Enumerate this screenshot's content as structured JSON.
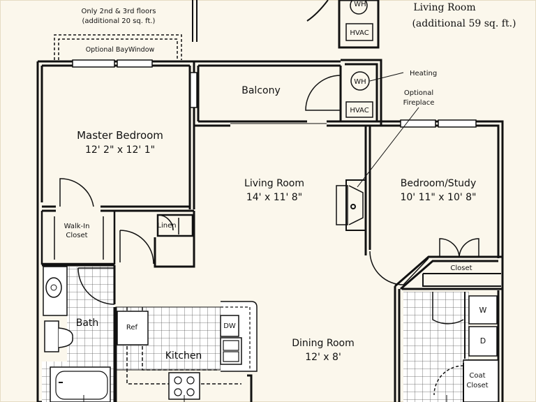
{
  "notes": {
    "upper_floors_1": "Only 2nd & 3rd floors",
    "upper_floors_2": "(additional 20 sq. ft.)",
    "bay_window": "Optional BayWindow",
    "living_room_top_1": "Living Room",
    "living_room_top_2": "(additional 59 sq. ft.)",
    "heating": "Heating",
    "fireplace_1": "Optional",
    "fireplace_2": "Fireplace"
  },
  "rooms": {
    "master_bedroom": {
      "name": "Master Bedroom",
      "dims": "12' 2\" x 12' 1\""
    },
    "balcony": {
      "name": "Balcony"
    },
    "living_room": {
      "name": "Living Room",
      "dims": "14' x 11' 8\""
    },
    "bedroom_study": {
      "name": "Bedroom/Study",
      "dims": "10' 11\" x 10' 8\""
    },
    "walk_in_closet": {
      "line1": "Walk-In",
      "line2": "Closet"
    },
    "linen": {
      "name": "Linen"
    },
    "closet": {
      "name": "Closet"
    },
    "bath": {
      "name": "Bath"
    },
    "kitchen": {
      "name": "Kitchen"
    },
    "dining_room": {
      "name": "Dining Room",
      "dims": "12' x 8'"
    },
    "coat_closet": {
      "line1": "Coat",
      "line2": "Closet"
    }
  },
  "fixtures": {
    "wh_top": "WH",
    "hvac_top": "HVAC",
    "wh": "WH",
    "hvac": "HVAC",
    "ref": "Ref",
    "dw": "DW",
    "washer": "W",
    "dryer": "D"
  },
  "colors": {
    "background": "#fbf7ec",
    "wall": "#111111",
    "tile": "#555555"
  }
}
